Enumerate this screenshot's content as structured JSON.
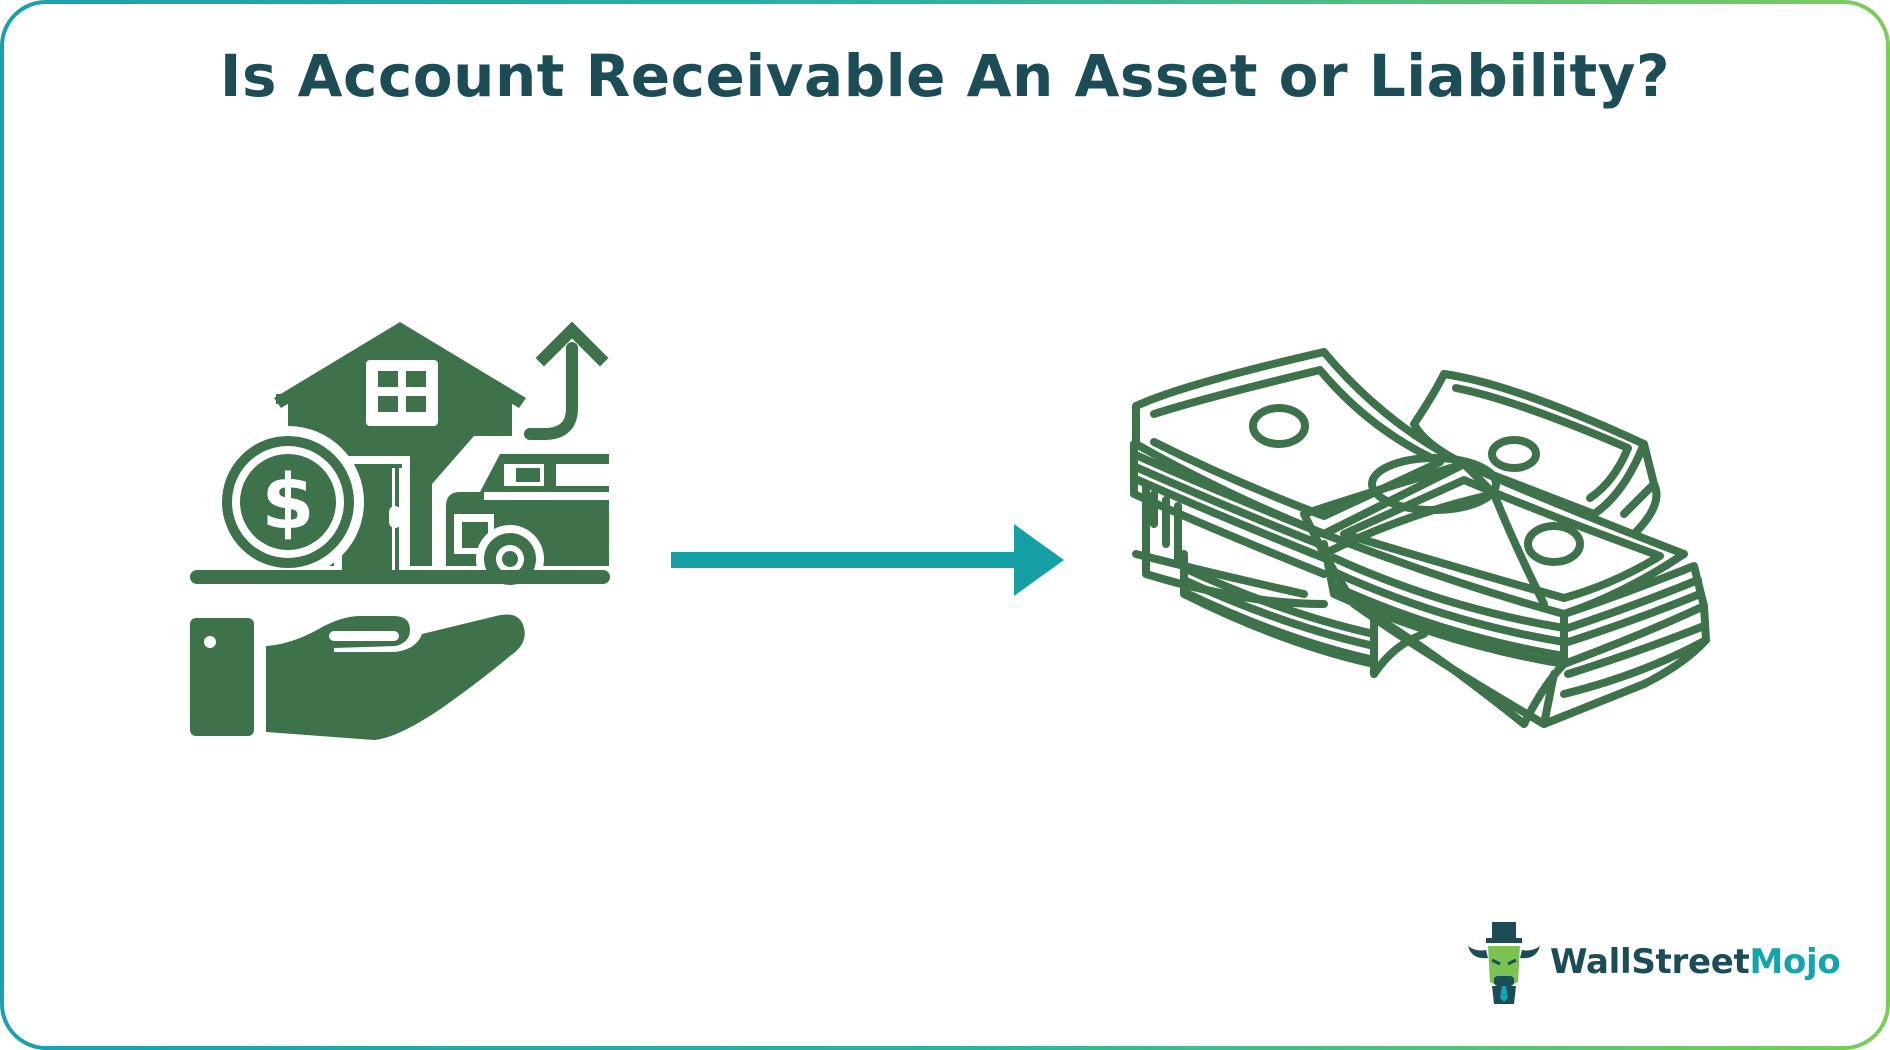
{
  "title": "Is Account Receivable An Asset or Liability?",
  "brand": {
    "part1": "WallStreet",
    "part2": "Mojo"
  },
  "colors": {
    "title": "#1c4d57",
    "icon_green": "#3e724b",
    "arrow_teal": "#16a0a6",
    "border_start": "#1aa0b0",
    "border_end": "#7ccc5a",
    "brand_dark": "#1c4d57",
    "brand_accent": "#15a3ad"
  },
  "icons": {
    "left": "asset-hand-house-car-coin-icon",
    "arrow": "right-arrow-icon",
    "right": "cash-stack-icon",
    "logo": "bull-mascot-logo-icon"
  }
}
